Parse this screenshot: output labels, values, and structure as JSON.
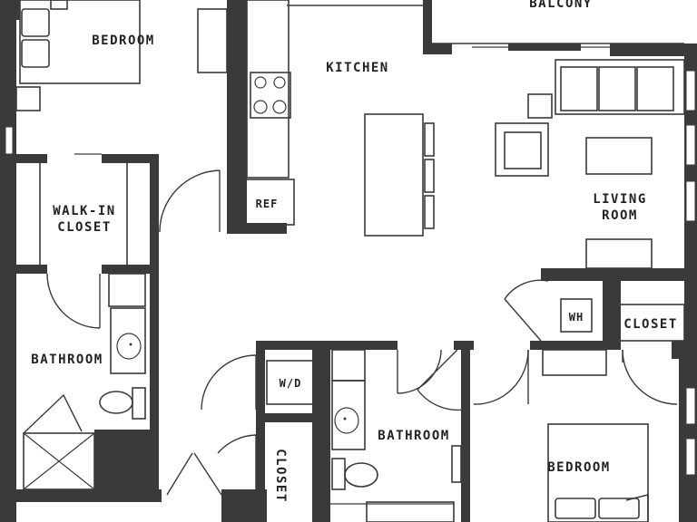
{
  "rooms": {
    "bedroom_1": "BEDROOM",
    "kitchen": "KITCHEN",
    "balcony": "BALCONY",
    "ref": "REF",
    "walkin_line1": "WALK-IN",
    "walkin_line2": "CLOSET",
    "living_line1": "LIVING",
    "living_line2": "ROOM",
    "bathroom_1": "BATHROOM",
    "wh": "WH",
    "closet_1": "CLOSET",
    "wd": "W/D",
    "bathroom_2": "BATHROOM",
    "closet_2": "CLOSET",
    "bedroom_2": "BEDROOM"
  }
}
